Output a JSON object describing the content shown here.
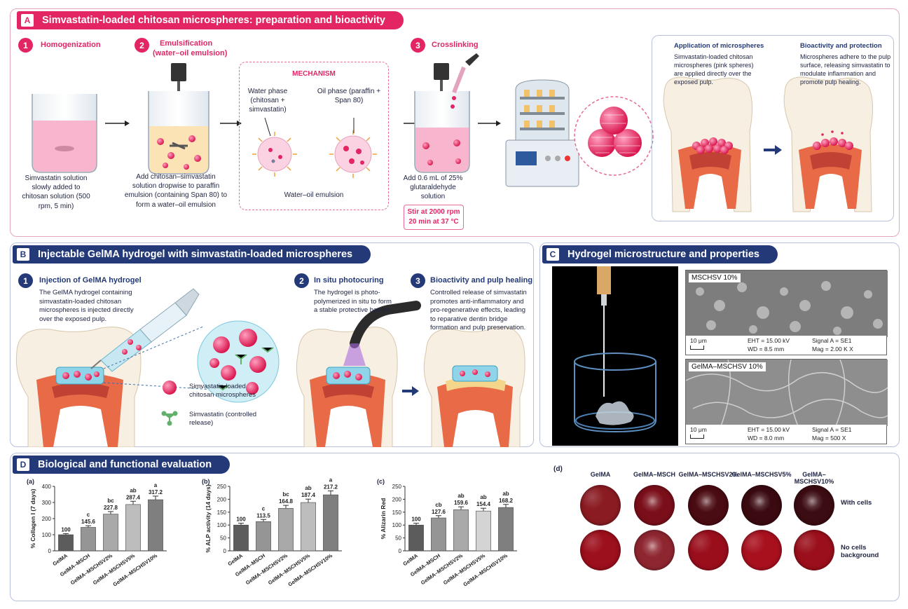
{
  "panel_a": {
    "letter": "A",
    "title": "Simvastatin-loaded chitosan microspheres: preparation and bioactivity",
    "steps": [
      {
        "num": "1",
        "title": "Homogenization",
        "title2": "",
        "desc": "Simvastatin solution slowly added to chitosan solution (500 rpm, 5 min)"
      },
      {
        "num": "2",
        "title": "Emulsification",
        "title2": "(water–oil emulsion)",
        "desc": "Add chitosan–simvastatin solution dropwise to paraffin emulsion (containing Span 80) to form a water–oil emulsion"
      },
      {
        "num": "3",
        "title": "Crosslinking",
        "title2": "",
        "desc": "Add 0.6 mL of 25% glutaraldehyde solution",
        "condition_1": "Stir at 2000 rpm",
        "condition_2": "20 min at 37 °C"
      }
    ],
    "mechanism": {
      "title": "MECHANISM",
      "water_phase": "Water phase (chitosan + simvastatin)",
      "oil_phase": "Oil phase (paraffin + Span 80)",
      "caption": "Water–oil emulsion"
    },
    "application": {
      "left_title": "Application of microspheres",
      "left_desc": "Simvastatin-loaded chitosan microspheres (pink spheres) are applied directly over the exposed pulp.",
      "right_title": "Bioactivity and protection",
      "right_desc": "Microspheres adhere to the pulp surface, releasing simvastatin to modulate inflammation and promote pulp healing."
    }
  },
  "panel_b": {
    "letter": "B",
    "title": "Injectable GelMA hydrogel with simvastatin-loaded microspheres",
    "steps": [
      {
        "num": "1",
        "title": "Injection of GelMA hydrogel",
        "desc": "The GelMA hydrogel containing simvastatin-loaded chitosan microspheres is injected directly over the exposed pulp."
      },
      {
        "num": "2",
        "title": "In situ photocuring",
        "desc": "The hydrogel is photo-polymerized in situ to form a stable protective barrier."
      },
      {
        "num": "3",
        "title": "Bioactivity and pulp healing",
        "desc": "Controlled release of simvastatin promotes anti-inflammatory and pro-regenerative effects, leading to reparative dentin bridge formation and pulp preservation."
      }
    ],
    "legend": [
      {
        "icon": "microsphere-icon",
        "label": "Simvastatin-loaded chitosan microspheres"
      },
      {
        "icon": "molecule-icon",
        "label": "Simvastatin (controlled release)"
      }
    ]
  },
  "panel_c": {
    "letter": "C",
    "title": "Hydrogel microstructure and properties",
    "sem_images": [
      {
        "label": "MSCHSV 10%",
        "scale": "10 μm",
        "eht": "EHT = 15.00 kV",
        "wd": "WD = 8.5 mm",
        "signal": "Signal A = SE1",
        "mag": "Mag =   2.00 K X"
      },
      {
        "label": "GelMA–MSCHSV 10%",
        "scale": "10 μm",
        "eht": "EHT = 15.00 kV",
        "wd": "WD = 8.0 mm",
        "signal": "Signal A = SE1",
        "mag": "Mag =      500 X"
      }
    ]
  },
  "panel_d": {
    "letter": "D",
    "title": "Biological and functional evaluation",
    "well_columns": [
      "GelMA",
      "GelMA–MSCH",
      "GelMA–MSCHSV2%",
      "GelMA–MSCHSV5%",
      "GelMA–MSCHSV10%"
    ],
    "well_rows": [
      "With cells",
      "No cells background"
    ],
    "well_sublabel": "(d)"
  },
  "chart_data": [
    {
      "type": "bar",
      "panel": "(a)",
      "categories": [
        "GelMA",
        "GelMA–MSCH",
        "GelMA–MSCHSV2%",
        "GelMA–MSCHSV5%",
        "GelMA–MSCHSV10%"
      ],
      "values": [
        100,
        145.6,
        227.8,
        287.4,
        317.2
      ],
      "value_labels": [
        "100",
        "145.6",
        "227.8",
        "287.4",
        "317.2"
      ],
      "sig_labels": [
        "",
        "c",
        "bc",
        "ab",
        "a"
      ],
      "ylabel": "% Collagen I (7 days)",
      "ylim": [
        0,
        400
      ],
      "yticks": [
        0,
        100,
        200,
        300,
        400
      ],
      "colors": [
        "#5c5c5c",
        "#959595",
        "#a9a9a9",
        "#bdbdbd",
        "#7f7f7f"
      ]
    },
    {
      "type": "bar",
      "panel": "(b)",
      "categories": [
        "GelMA",
        "GelMA–MSCH",
        "GelMA–MSCHSV2%",
        "GelMA–MSCHSV5%",
        "GelMA–MSCHSV10%"
      ],
      "values": [
        100,
        113.5,
        164.8,
        187.4,
        217.2
      ],
      "value_labels": [
        "100",
        "113.5",
        "164.8",
        "187.4",
        "217.2"
      ],
      "sig_labels": [
        "",
        "c",
        "bc",
        "ab",
        "a"
      ],
      "ylabel": "% ALP activity (14 days)",
      "ylim": [
        0,
        250
      ],
      "yticks": [
        0,
        50,
        100,
        150,
        200,
        250
      ],
      "colors": [
        "#5c5c5c",
        "#959595",
        "#a9a9a9",
        "#bdbdbd",
        "#7f7f7f"
      ]
    },
    {
      "type": "bar",
      "panel": "(c)",
      "categories": [
        "GelMA",
        "GelMA–MSCH",
        "GelMA–MSCHSV2%",
        "GelMA–MSCHSV5%",
        "GelMA–MSCHSV10%"
      ],
      "values": [
        100,
        127.6,
        159.6,
        154.4,
        168.2
      ],
      "value_labels": [
        "100",
        "127.6",
        "159.6",
        "154.4",
        "168.2"
      ],
      "sig_labels": [
        "",
        "cb",
        "ab",
        "ab",
        "ab"
      ],
      "ylabel": "% Alizarin Red",
      "ylim": [
        0,
        250
      ],
      "yticks": [
        0,
        50,
        100,
        150,
        200,
        250
      ],
      "colors": [
        "#5c5c5c",
        "#959595",
        "#a9a9a9",
        "#d4d4d4",
        "#7f7f7f"
      ]
    }
  ]
}
